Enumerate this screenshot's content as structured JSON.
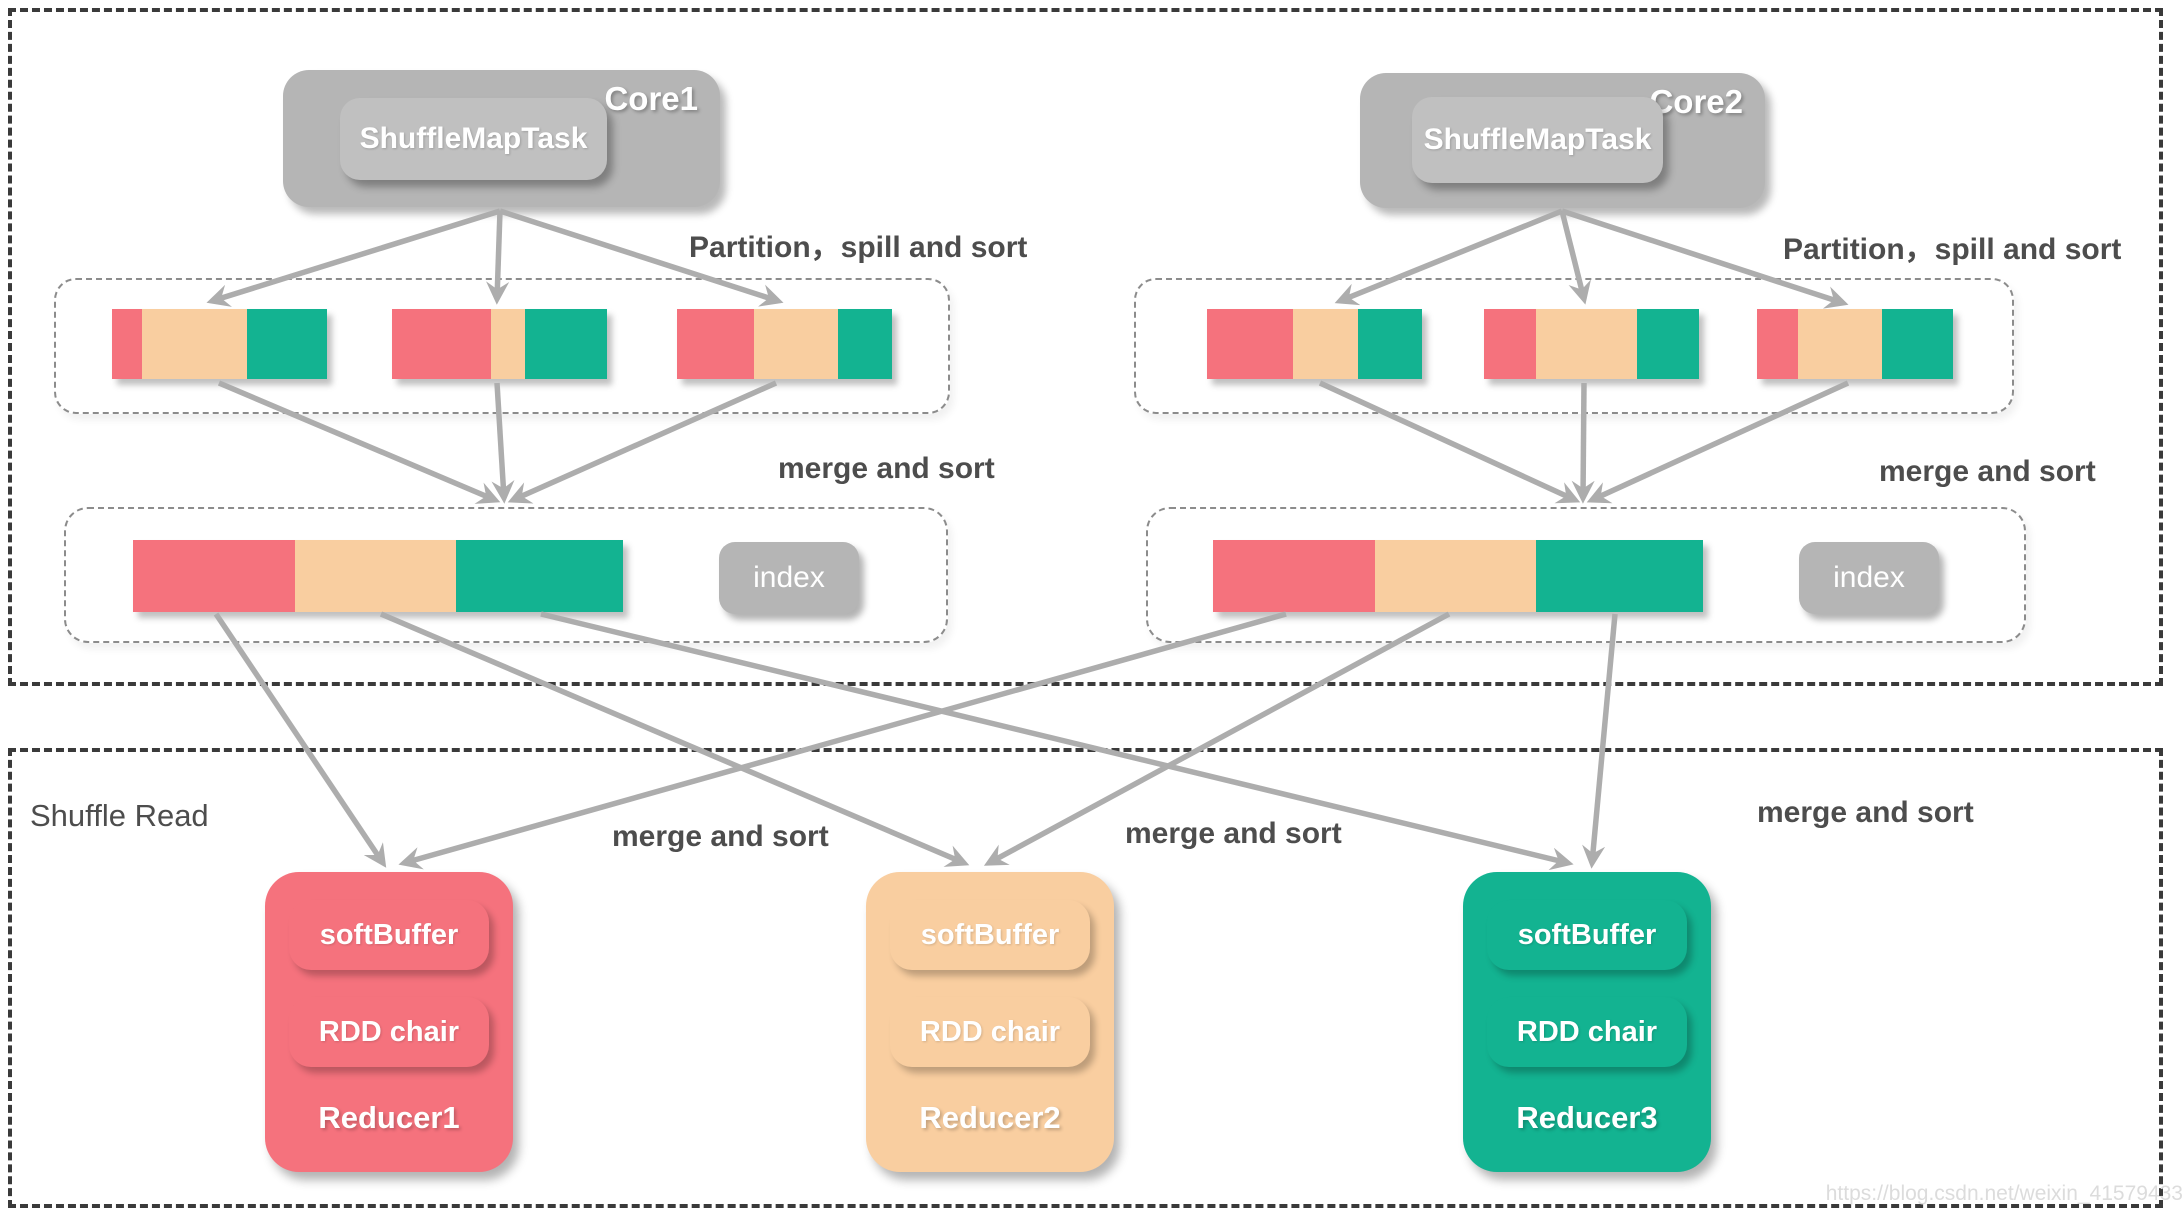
{
  "colors": {
    "red": "#F5727D",
    "orange": "#F9CEA0",
    "green": "#13B391",
    "gray": "#B5B5B5",
    "arrow": "#ADADAD"
  },
  "shuffle_write": {
    "cores": [
      {
        "label": "Core1",
        "task_label": "ShuffleMapTask",
        "partition_label": "Partition，spill and sort",
        "merge_label": "merge and sort",
        "index_label": "index",
        "spill_files": [
          {
            "segments": [
              {
                "color": "red",
                "pct": 14
              },
              {
                "color": "orange",
                "pct": 49
              },
              {
                "color": "green",
                "pct": 37
              }
            ]
          },
          {
            "segments": [
              {
                "color": "red",
                "pct": 46
              },
              {
                "color": "orange",
                "pct": 16
              },
              {
                "color": "green",
                "pct": 38
              }
            ]
          },
          {
            "segments": [
              {
                "color": "red",
                "pct": 36
              },
              {
                "color": "orange",
                "pct": 39
              },
              {
                "color": "green",
                "pct": 25
              }
            ]
          }
        ],
        "merged_file": {
          "segments": [
            {
              "color": "red",
              "pct": 33
            },
            {
              "color": "orange",
              "pct": 33
            },
            {
              "color": "green",
              "pct": 34
            }
          ]
        }
      },
      {
        "label": "Core2",
        "task_label": "ShuffleMapTask",
        "partition_label": "Partition，spill and sort",
        "merge_label": "merge and sort",
        "index_label": "index",
        "spill_files": [
          {
            "segments": [
              {
                "color": "red",
                "pct": 40
              },
              {
                "color": "orange",
                "pct": 30
              },
              {
                "color": "green",
                "pct": 30
              }
            ]
          },
          {
            "segments": [
              {
                "color": "red",
                "pct": 24
              },
              {
                "color": "orange",
                "pct": 47
              },
              {
                "color": "green",
                "pct": 29
              }
            ]
          },
          {
            "segments": [
              {
                "color": "red",
                "pct": 21
              },
              {
                "color": "orange",
                "pct": 43
              },
              {
                "color": "green",
                "pct": 36
              }
            ]
          }
        ],
        "merged_file": {
          "segments": [
            {
              "color": "red",
              "pct": 33
            },
            {
              "color": "orange",
              "pct": 33
            },
            {
              "color": "green",
              "pct": 34
            }
          ]
        }
      }
    ]
  },
  "shuffle_read": {
    "label": "Shuffle Read",
    "merge_labels": [
      "merge and sort",
      "merge and sort",
      "merge and sort"
    ],
    "reducers": [
      {
        "name": "Reducer1",
        "buffer_label": "softBuffer",
        "chain_label": "RDD chair",
        "color": "red"
      },
      {
        "name": "Reducer2",
        "buffer_label": "softBuffer",
        "chain_label": "RDD chair",
        "color": "orange"
      },
      {
        "name": "Reducer3",
        "buffer_label": "softBuffer",
        "chain_label": "RDD chair",
        "color": "green"
      }
    ]
  },
  "watermark": "https://blog.csdn.net/weixin_41579433"
}
